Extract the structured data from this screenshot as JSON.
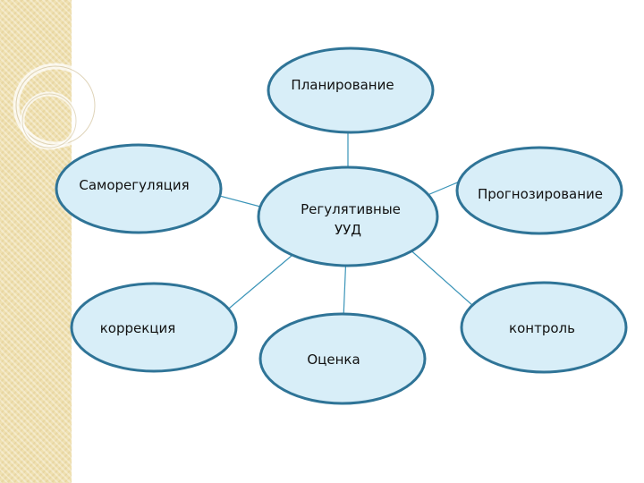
{
  "nodes": {
    "center_line1": "Регулятивные",
    "center_line2": "УУД",
    "planning": "Планирование",
    "forecasting": "Прогнозирование",
    "control": "контроль",
    "evaluation": "Оценка",
    "correction": "коррекция",
    "self_regulation": "Саморегуляция"
  },
  "colors": {
    "ellipse_fill": "#d8eef8",
    "ellipse_stroke": "#2f7497",
    "arrow": "#3a94b8",
    "strip": "#efe0b0"
  }
}
